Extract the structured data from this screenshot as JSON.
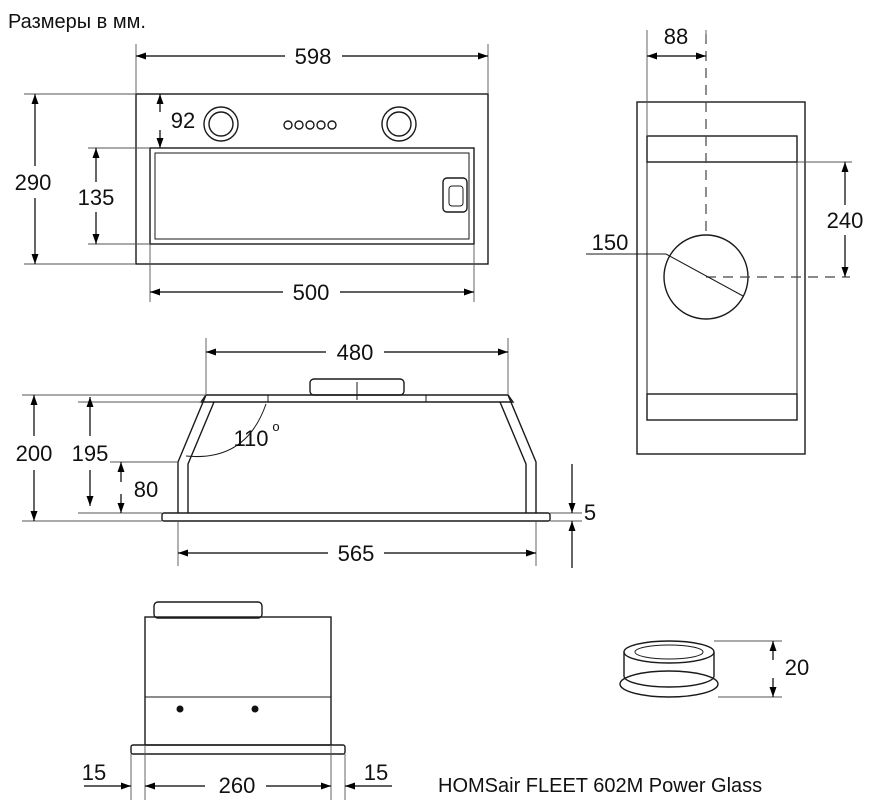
{
  "units_note": "Размеры в мм.",
  "product_name": "HOMSair FLEET 602M Power Glass",
  "front_view": {
    "total_width": "598",
    "total_height": "290",
    "panel_height": "135",
    "top_offset": "92",
    "inner_width": "500"
  },
  "side_view": {
    "depth_offset": "88",
    "duct_diameter": "150",
    "duct_center_height": "240"
  },
  "section_view": {
    "top_width": "480",
    "overall_height": "200",
    "body_height": "195",
    "lower_height": "80",
    "angle": "110",
    "angle_unit": "o",
    "base_width": "565",
    "flange_thickness": "5"
  },
  "rear_view": {
    "left_margin": "15",
    "width": "260",
    "right_margin": "15"
  },
  "adapter": {
    "height": "20"
  }
}
